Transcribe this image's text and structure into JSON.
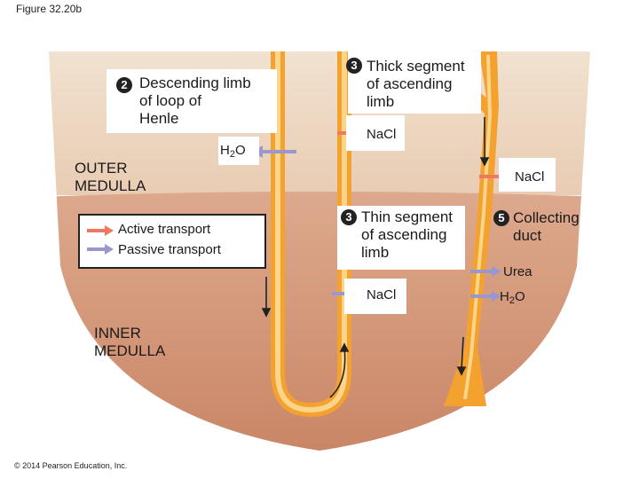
{
  "figure_title": "Figure 32.20b",
  "copyright": "© 2014 Pearson Education, Inc.",
  "labels": {
    "step2_number": "2",
    "step2_text": [
      "Descending limb",
      "of loop of",
      "Henle"
    ],
    "step3_thick_number": "3",
    "step3_thick_text": [
      "Thick segment",
      "of ascending",
      "limb"
    ],
    "step3_thin_number": "3",
    "step3_thin_text": [
      "Thin segment",
      "of ascending",
      "limb"
    ],
    "step5_number": "5",
    "step5_text": [
      "Collecting",
      "duct"
    ],
    "outer_medulla": [
      "OUTER",
      "MEDULLA"
    ],
    "inner_medulla": [
      "INNER",
      "MEDULLA"
    ]
  },
  "substances": {
    "h2o_base": "H",
    "h2o_sub": "2",
    "h2o_end": "O",
    "nacl_thick": "NaCl",
    "nacl_duct": "NaCl",
    "nacl_thin": "NaCl",
    "urea": "Urea"
  },
  "legend": {
    "active": "Active transport",
    "passive": "Passive transport"
  },
  "colors": {
    "outer_top": "#efdcc8",
    "outer_bottom": "#e6c8ae",
    "inner_top": "#d9a285",
    "inner_bottom": "#c9876a",
    "tubule": "#f7ad3c",
    "tubule_light": "#fbd07b",
    "active_arrow": "#ef7865",
    "passive_arrow": "#9a96cf"
  }
}
